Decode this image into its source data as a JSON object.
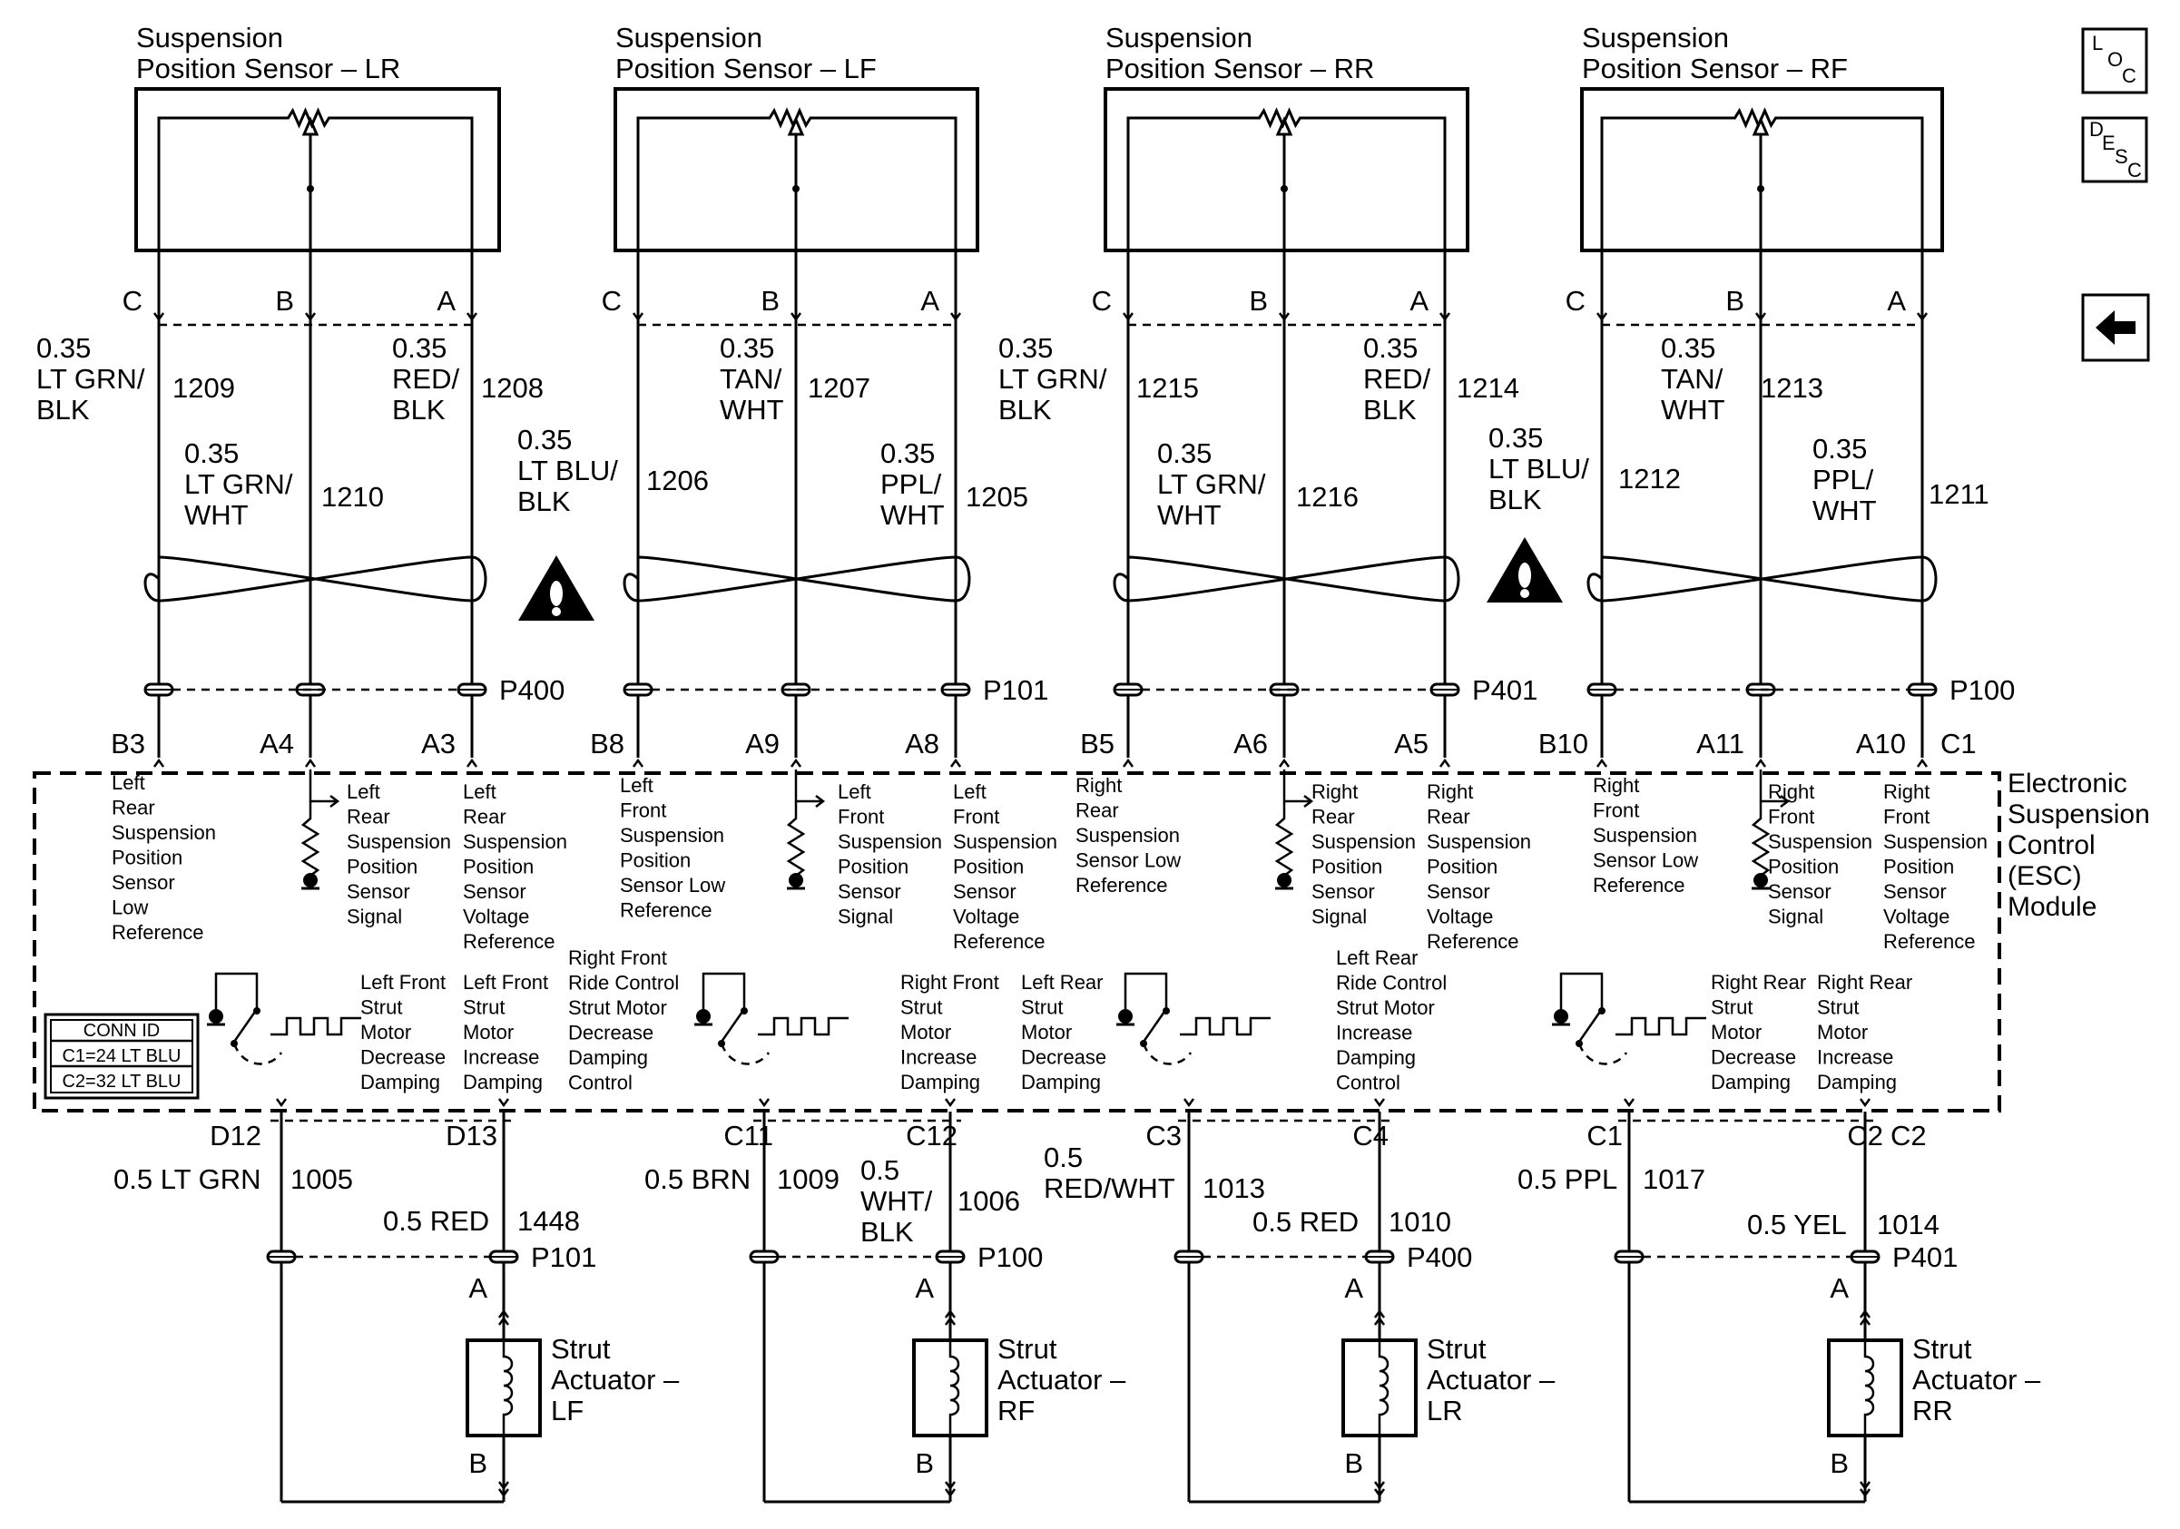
{
  "sensors": [
    {
      "title": [
        "Suspension",
        "Position Sensor – LR"
      ],
      "pins": [
        "C",
        "B",
        "A"
      ],
      "wires": [
        [
          "0.35",
          "LT GRN/",
          "BLK",
          "1209"
        ],
        [
          "0.35",
          "LT GRN/",
          "WHT",
          "1210"
        ],
        [
          "0.35",
          "RED/",
          "BLK",
          "1208"
        ]
      ],
      "connector": "P400",
      "esc_pins": [
        "B3",
        "A4",
        "A3"
      ]
    },
    {
      "title": [
        "Suspension",
        "Position Sensor – LF"
      ],
      "pins": [
        "C",
        "B",
        "A"
      ],
      "wires": [
        [
          "0.35",
          "LT BLU/",
          "BLK",
          "1206"
        ],
        [
          "0.35",
          "TAN/",
          "WHT",
          "1207"
        ],
        [
          "0.35",
          "PPL/",
          "WHT",
          "1205"
        ]
      ],
      "connector": "P101",
      "esc_pins": [
        "B8",
        "A9",
        "A8"
      ]
    },
    {
      "title": [
        "Suspension",
        "Position Sensor – RR"
      ],
      "pins": [
        "C",
        "B",
        "A"
      ],
      "wires": [
        [
          "0.35",
          "LT GRN/",
          "BLK",
          "1215"
        ],
        [
          "0.35",
          "LT GRN/",
          "WHT",
          "1216"
        ],
        [
          "0.35",
          "RED/",
          "BLK",
          "1214"
        ]
      ],
      "connector": "P401",
      "esc_pins": [
        "B5",
        "A6",
        "A5"
      ]
    },
    {
      "title": [
        "Suspension",
        "Position Sensor – RF"
      ],
      "pins": [
        "C",
        "B",
        "A"
      ],
      "wires": [
        [
          "0.35",
          "LT BLU/",
          "BLK",
          "1212"
        ],
        [
          "0.35",
          "TAN/",
          "WHT",
          "1213"
        ],
        [
          "0.35",
          "PPL/",
          "WHT",
          "1211"
        ]
      ],
      "connector": "P100",
      "esc_pins": [
        "B10",
        "A11",
        "A10"
      ],
      "extra_pin": "C1"
    }
  ],
  "esc_functions_top": [
    [
      "Left",
      "Rear",
      "Suspension",
      "Position",
      "Sensor",
      "Low",
      "Reference"
    ],
    [
      "Left",
      "Rear",
      "Suspension",
      "Position",
      "Sensor",
      "Signal"
    ],
    [
      "Left",
      "Rear",
      "Suspension",
      "Position",
      "Sensor",
      "Voltage",
      "Reference"
    ],
    [
      "Left",
      "Front",
      "Suspension",
      "Position",
      "Sensor Low",
      "Reference"
    ],
    [
      "Left",
      "Front",
      "Suspension",
      "Position",
      "Sensor",
      "Signal"
    ],
    [
      "Left",
      "Front",
      "Suspension",
      "Position",
      "Sensor",
      "Voltage",
      "Reference"
    ],
    [
      "Right",
      "Rear",
      "Suspension",
      "Sensor Low",
      "Reference"
    ],
    [
      "Right",
      "Rear",
      "Suspension",
      "Position",
      "Sensor",
      "Signal"
    ],
    [
      "Right",
      "Rear",
      "Suspension",
      "Position",
      "Sensor",
      "Voltage",
      "Reference"
    ],
    [
      "Right",
      "Front",
      "Suspension",
      "Sensor Low",
      "Reference"
    ],
    [
      "Right",
      "Front",
      "Suspension",
      "Position",
      "Sensor",
      "Signal"
    ],
    [
      "Right",
      "Front",
      "Suspension",
      "Position",
      "Sensor",
      "Voltage",
      "Reference"
    ]
  ],
  "esc_functions_bottom": [
    [
      "Left Front",
      "Strut",
      "Motor",
      "Decrease",
      "Damping"
    ],
    [
      "Left Front",
      "Strut",
      "Motor",
      "Increase",
      "Damping"
    ],
    [
      "Right Front",
      "Ride Control",
      "Strut Motor",
      "Decrease",
      "Damping",
      "Control"
    ],
    [
      "Right Front",
      "Strut",
      "Motor",
      "Increase",
      "Damping"
    ],
    [
      "Left Rear",
      "Strut",
      "Motor",
      "Decrease",
      "Damping"
    ],
    [
      "Left Rear",
      "Ride Control",
      "Strut Motor",
      "Increase",
      "Damping",
      "Control"
    ],
    [
      "Right Rear",
      "Strut",
      "Motor",
      "Decrease",
      "Damping"
    ],
    [
      "Right Rear",
      "Strut",
      "Motor",
      "Increase",
      "Damping"
    ]
  ],
  "esc_module_label": [
    "Electronic",
    "Suspension",
    "Control",
    "(ESC)",
    "Module"
  ],
  "conn_id": {
    "title": "CONN ID",
    "rows": [
      "C1=24 LT BLU",
      "C2=32 LT BLU"
    ]
  },
  "actuators": [
    {
      "title": [
        "Strut",
        "Actuator –",
        "LF"
      ],
      "esc_pins": [
        "D12",
        "D13"
      ],
      "wires": [
        [
          "0.5 LT GRN",
          "1005"
        ],
        [
          "0.5 RED",
          "1448"
        ]
      ],
      "connector": "P101",
      "pins": [
        "A",
        "B"
      ]
    },
    {
      "title": [
        "Strut",
        "Actuator –",
        "RF"
      ],
      "esc_pins": [
        "C11",
        "C12"
      ],
      "wires": [
        [
          "0.5 BRN",
          "1009"
        ],
        [
          "0.5",
          "WHT/",
          "BLK",
          "1006"
        ]
      ],
      "connector": "P100",
      "pins": [
        "A",
        "B"
      ]
    },
    {
      "title": [
        "Strut",
        "Actuator –",
        "LR"
      ],
      "esc_pins": [
        "C3",
        "C4"
      ],
      "wires": [
        [
          "0.5",
          "RED/WHT",
          "1013"
        ],
        [
          "0.5 RED",
          "1010"
        ]
      ],
      "connector": "P400",
      "pins": [
        "A",
        "B"
      ]
    },
    {
      "title": [
        "Strut",
        "Actuator –",
        "RR"
      ],
      "esc_pins": [
        "C1",
        "C2"
      ],
      "wires": [
        [
          "0.5 PPL",
          "1017"
        ],
        [
          "0.5 YEL",
          "1014"
        ]
      ],
      "connector": "P401",
      "pins": [
        "A",
        "B"
      ],
      "extra_pin": "C2"
    }
  ],
  "icons": {
    "loc": {
      "letters": [
        "L",
        "O",
        "C"
      ],
      "icon": "loc-icon"
    },
    "desc": {
      "letters": [
        "D",
        "E",
        "S",
        "C"
      ],
      "icon": "desc-icon"
    },
    "back": {
      "icon": "arrow-left-icon"
    }
  },
  "colors": {
    "line": "#000000",
    "background": "#ffffff"
  }
}
